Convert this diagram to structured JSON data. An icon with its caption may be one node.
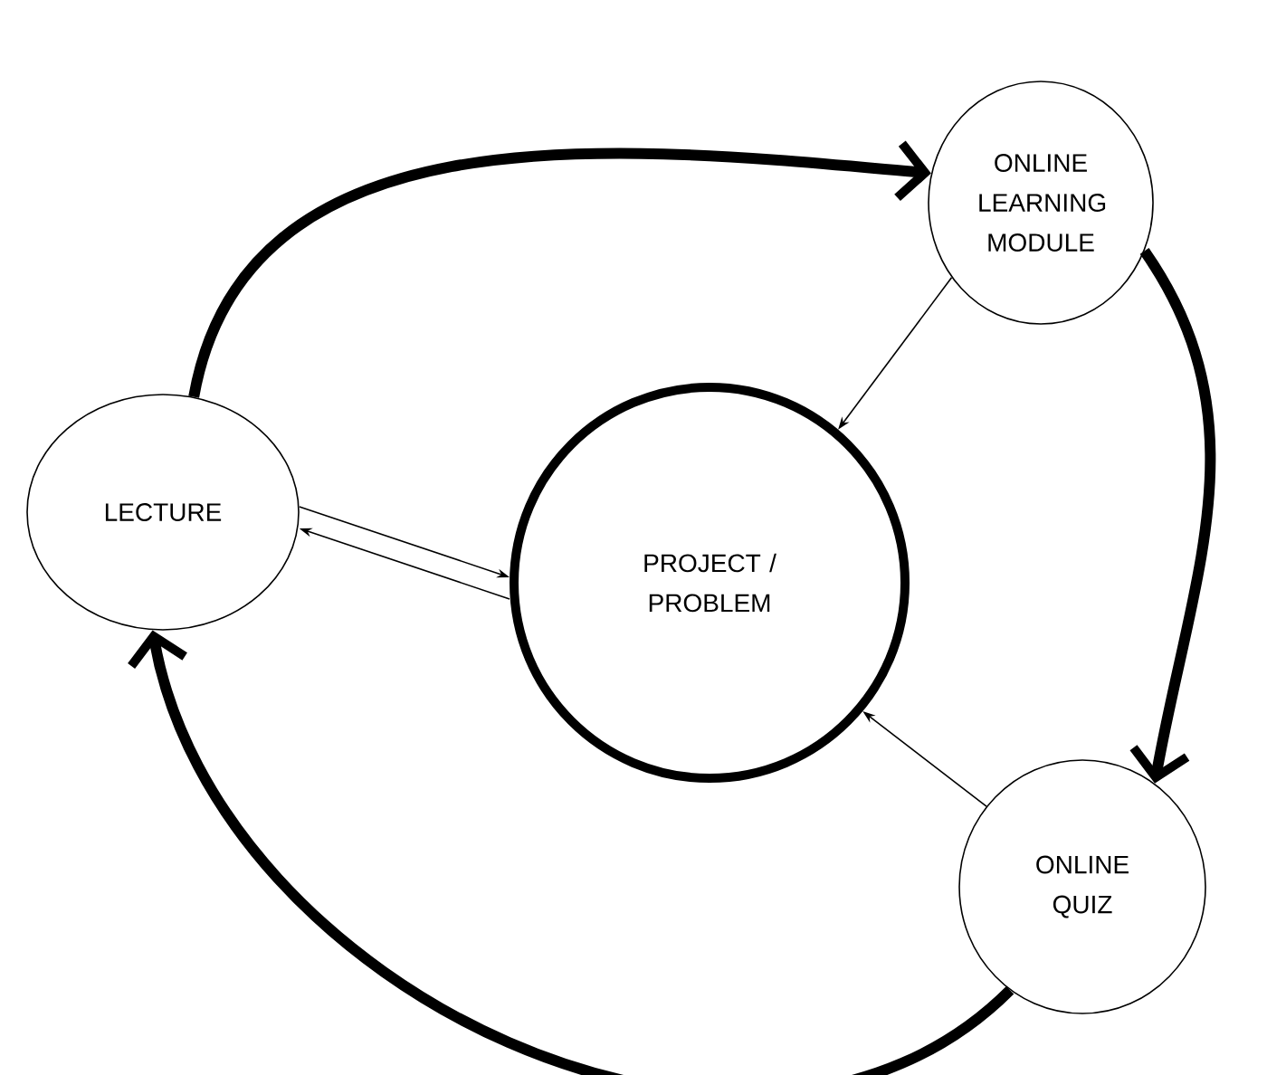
{
  "diagram": {
    "nodes": [
      {
        "text": [
          "ONLINE LEARNING MODULE"
        ]
      },
      {
        "text": [
          "LECTURE"
        ]
      },
      {
        "text": [
          "PROJECT / PROBLEM"
        ]
      },
      {
        "text": [
          "ONLINE QUIZ"
        ]
      }
    ],
    "edges": [
      {
        "from": 1,
        "to": 0,
        "arrow": "to",
        "style": "thick"
      },
      {
        "from": 0,
        "to": 3,
        "arrow": "to",
        "style": "thick"
      },
      {
        "from": 3,
        "to": 1,
        "arrow": "to",
        "style": "thick"
      },
      {
        "from": 0,
        "to": 2,
        "arrow": "to"
      },
      {
        "from": 1,
        "to": 2,
        "arrow": "to"
      },
      {
        "from": 2,
        "to": 1,
        "arrow": "to"
      },
      {
        "from": 3,
        "to": 2,
        "arrow": "to"
      }
    ]
  }
}
